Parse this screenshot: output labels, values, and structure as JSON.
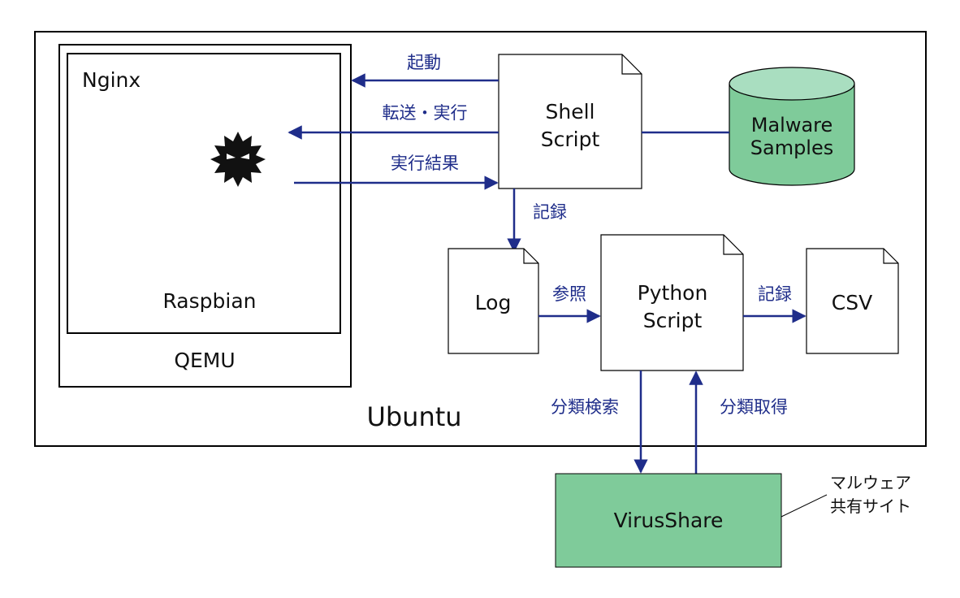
{
  "colors": {
    "line": "#000000",
    "arrow": "#1f2d8a",
    "green": "#7fcb9a",
    "green_top": "#a9dec0",
    "doc_fill": "#ffffff"
  },
  "containers": {
    "ubuntu": "Ubuntu",
    "qemu": "QEMU",
    "raspbian": "Raspbian",
    "nginx": "Nginx"
  },
  "nodes": {
    "shell_script": {
      "line1": "Shell",
      "line2": "Script"
    },
    "malware_samples": {
      "line1": "Malware",
      "line2": "Samples"
    },
    "log": "Log",
    "python_script": {
      "line1": "Python",
      "line2": "Script"
    },
    "csv": "CSV",
    "virusshare": "VirusShare"
  },
  "malware_icon": "malware-virus-icon",
  "edges": {
    "launch": "起動",
    "transfer_execute": "転送・実行",
    "execution_result": "実行結果",
    "record_log": "記録",
    "reference": "参照",
    "record_csv": "記録",
    "classification_search": "分類検索",
    "classification_get": "分類取得"
  },
  "note": {
    "line1": "マルウェア",
    "line2": "共有サイト"
  }
}
